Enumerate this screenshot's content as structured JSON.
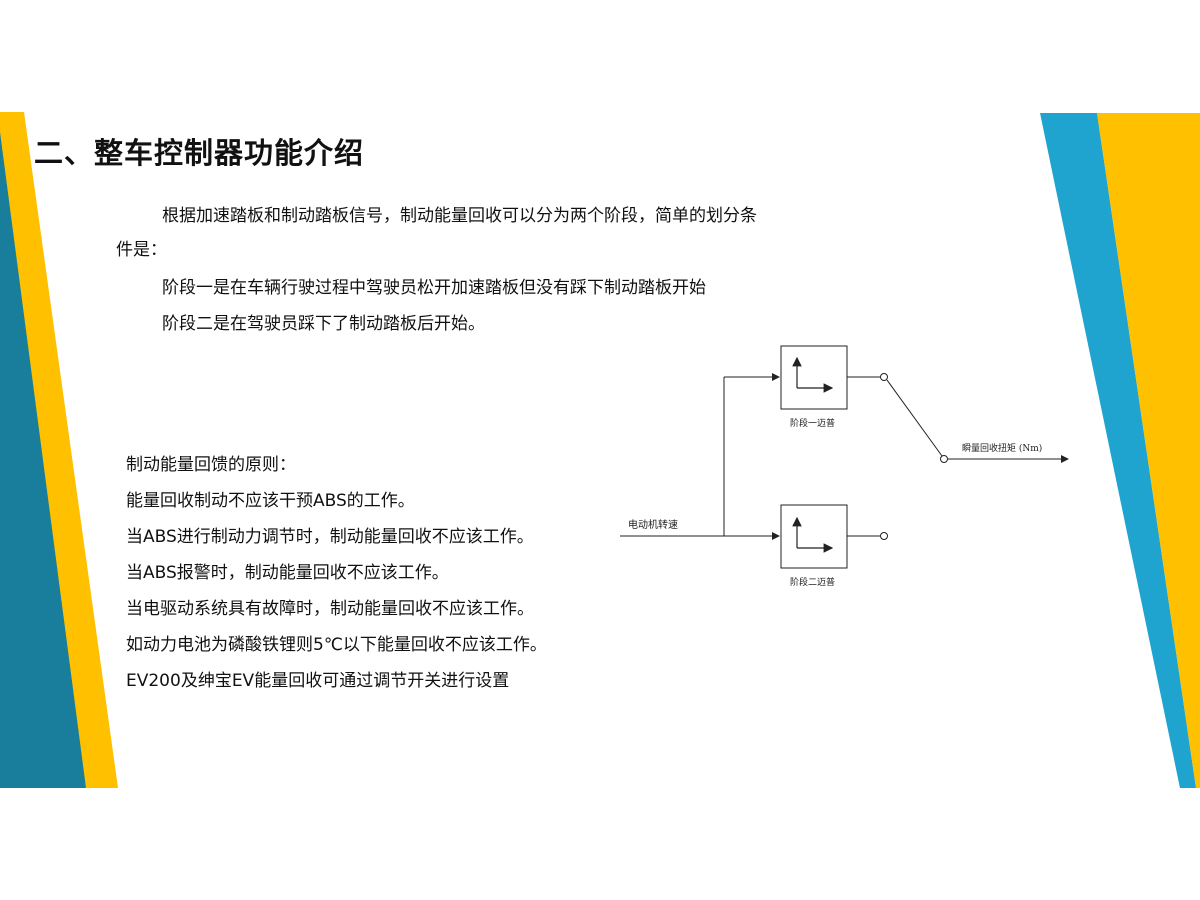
{
  "title": "二、整车控制器功能介绍",
  "intro": {
    "line1": "根据加速踏板和制动踏板信号，制动能量回收可以分为两个阶段，简单的划分条",
    "line2": "件是：",
    "stage1": "阶段一是在车辆行驶过程中驾驶员松开加速踏板但没有踩下制动踏板开始",
    "stage2": "阶段二是在驾驶员踩下了制动踏板后开始。"
  },
  "principles": {
    "heading": "制动能量回馈的原则：",
    "items": [
      "能量回收制动不应该干预ABS的工作。",
      "当ABS进行制动力调节时，制动能量回收不应该工作。",
      "当ABS报警时，制动能量回收不应该工作。",
      "当电驱动系统具有故障时，制动能量回收不应该工作。",
      "如动力电池为磷酸铁锂则5℃以下能量回收不应该工作。",
      "EV200及绅宝EV能量回收可通过调节开关进行设置"
    ]
  },
  "diagram": {
    "input_label": "电动机转速",
    "stage1_label": "阶段一迈普",
    "stage2_label": "阶段二迈普",
    "output_label": "瞬量回收扭矩 (Nm)"
  },
  "colors": {
    "teal": "#187E9B",
    "yellow": "#FFC000",
    "blue": "#1FA3CF"
  }
}
